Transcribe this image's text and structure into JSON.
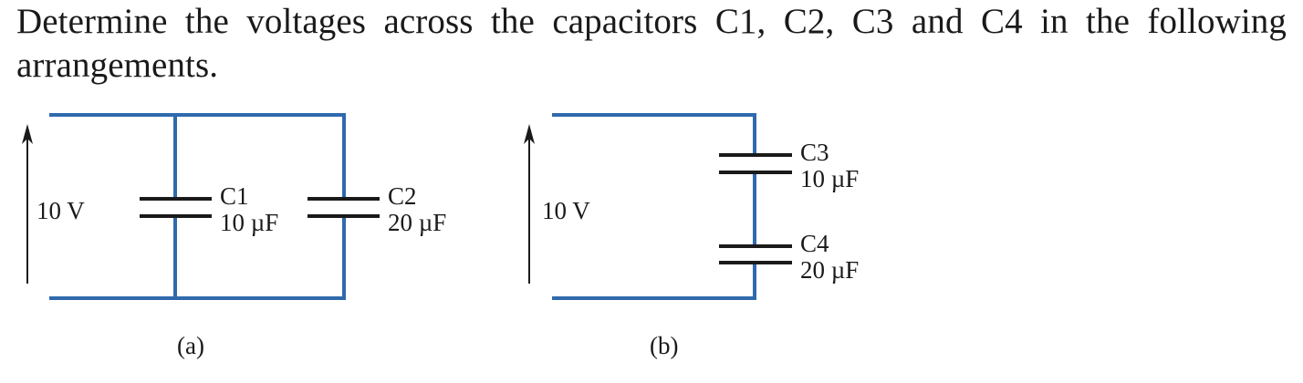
{
  "question": {
    "line1": "Determine the voltages across the capacitors C1, C2, C3 and C4 in the following",
    "line2": "arrangements."
  },
  "colors": {
    "wire": "#2f6aad",
    "plate": "#1a1a1a",
    "arrow": "#1a1a1a",
    "text": "#1a1a1a"
  },
  "circuits": [
    {
      "id": "a",
      "caption": "(a)",
      "source_label": "10 V",
      "arrangement": "parallel",
      "capacitors": [
        {
          "name": "C1",
          "value": "10 µF"
        },
        {
          "name": "C2",
          "value": "20 µF"
        }
      ]
    },
    {
      "id": "b",
      "caption": "(b)",
      "source_label": "10 V",
      "arrangement": "series",
      "capacitors": [
        {
          "name": "C3",
          "value": "10 µF"
        },
        {
          "name": "C4",
          "value": "20 µF"
        }
      ]
    }
  ]
}
